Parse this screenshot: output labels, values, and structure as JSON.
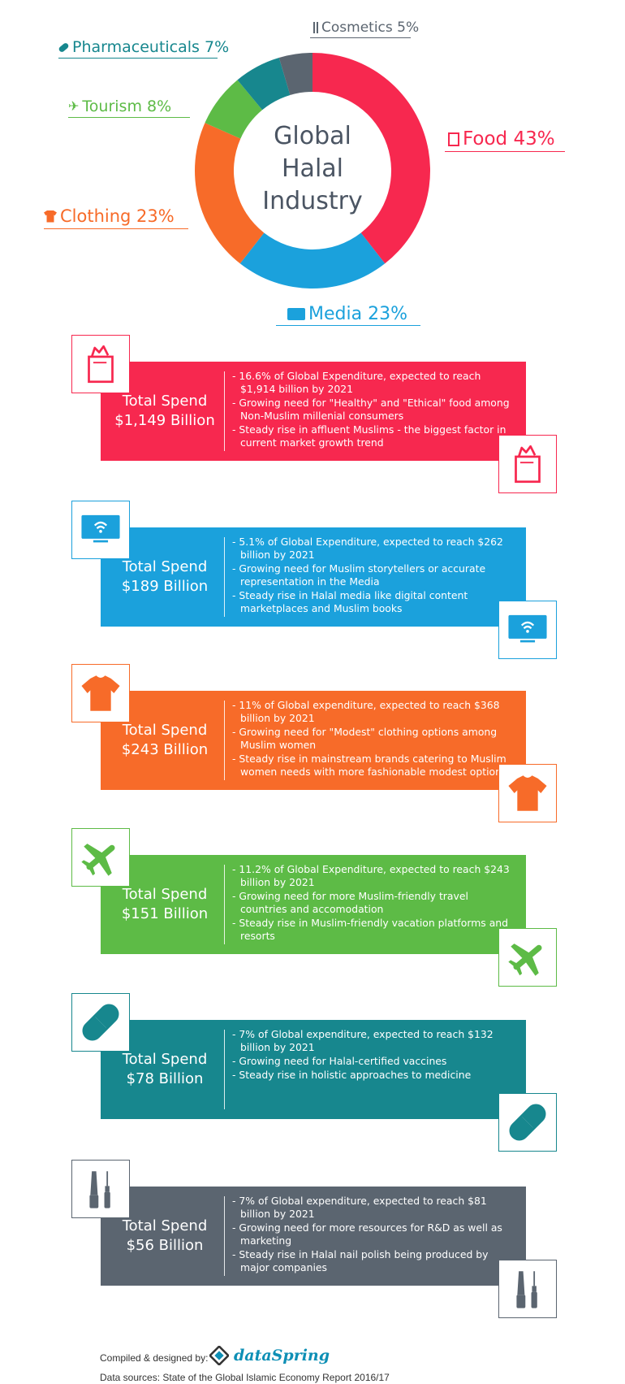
{
  "chart_data": {
    "type": "pie",
    "title": "Global Halal Industry",
    "slices": [
      {
        "name": "Food",
        "value": 43,
        "color": "#f7284f"
      },
      {
        "name": "Media",
        "value": 23,
        "color": "#1ba1dc"
      },
      {
        "name": "Clothing",
        "value": 23,
        "color": "#f76b29"
      },
      {
        "name": "Tourism",
        "value": 8,
        "color": "#5dbb46"
      },
      {
        "name": "Pharmaceuticals",
        "value": 7,
        "color": "#17878e"
      },
      {
        "name": "Cosmetics",
        "value": 5,
        "color": "#5b6570"
      }
    ]
  },
  "center_title_lines": [
    "Global",
    "Halal",
    "Industry"
  ],
  "labels": {
    "food": "Food 43%",
    "media": "Media 23%",
    "clothing": "Clothing 23%",
    "tourism": "Tourism 8%",
    "pharmaceuticals": "Pharmaceuticals 7%",
    "cosmetics": "Cosmetics 5%"
  },
  "cards": [
    {
      "color": "#f7284f",
      "icon": "shopping-bag-icon",
      "spend_label": "Total Spend",
      "amount": "$1,149 Billion",
      "bullets": [
        "- 16.6% of Global Expenditure, expected to reach $1,914 billion by 2021",
        "- Growing need for \"Healthy\" and \"Ethical\" food among Non-Muslim millenial consumers",
        "- Steady rise in affluent Muslims - the biggest factor in current market growth trend"
      ]
    },
    {
      "color": "#1ba1dc",
      "icon": "monitor-icon",
      "spend_label": "Total Spend",
      "amount": "$189 Billion",
      "bullets": [
        "- 5.1% of Global Expenditure, expected to reach $262 billion by 2021",
        "- Growing need for Muslim storytellers or accurate representation in the Media",
        "- Steady rise in Halal media like digital content marketplaces and Muslim books"
      ]
    },
    {
      "color": "#f76b29",
      "icon": "t-shirt-icon",
      "spend_label": "Total Spend",
      "amount": "$243 Billion",
      "bullets": [
        "- 11% of Global expenditure, expected to reach $368 billion by 2021",
        "- Growing need for \"Modest\" clothing options among Muslim women",
        "- Steady rise in mainstream brands catering to Muslim women needs with more fashionable modest options"
      ]
    },
    {
      "color": "#5dbb46",
      "icon": "airplane-icon",
      "spend_label": "Total Spend",
      "amount": "$151 Billion",
      "bullets": [
        "- 11.2% of Global Expenditure, expected to reach $243 billion by 2021",
        "- Growing need for more Muslim-friendly travel countries and accomodation",
        "- Steady rise in Muslim-friendly vacation platforms and resorts"
      ]
    },
    {
      "color": "#17878e",
      "icon": "pill-icon",
      "spend_label": "Total Spend",
      "amount": "$78 Billion",
      "bullets": [
        "- 7% of Global expenditure, expected to reach $132 billion by 2021",
        "- Growing need for Halal-certified vaccines",
        "- Steady rise in holistic approaches to medicine"
      ]
    },
    {
      "color": "#5b6570",
      "icon": "mascara-icon",
      "spend_label": "Total Spend",
      "amount": "$56 Billion",
      "bullets": [
        "- 7% of Global expenditure, expected to reach $81 billion by 2021",
        "- Growing need for more resources for R&D as well as marketing",
        "- Steady rise in Halal nail polish being produced by major companies"
      ]
    }
  ],
  "footer": {
    "compiled": "Compiled & designed by:",
    "logo_text": "dataSpring",
    "sources": "Data sources: State of the Global Islamic Economy Report 2016/17"
  }
}
